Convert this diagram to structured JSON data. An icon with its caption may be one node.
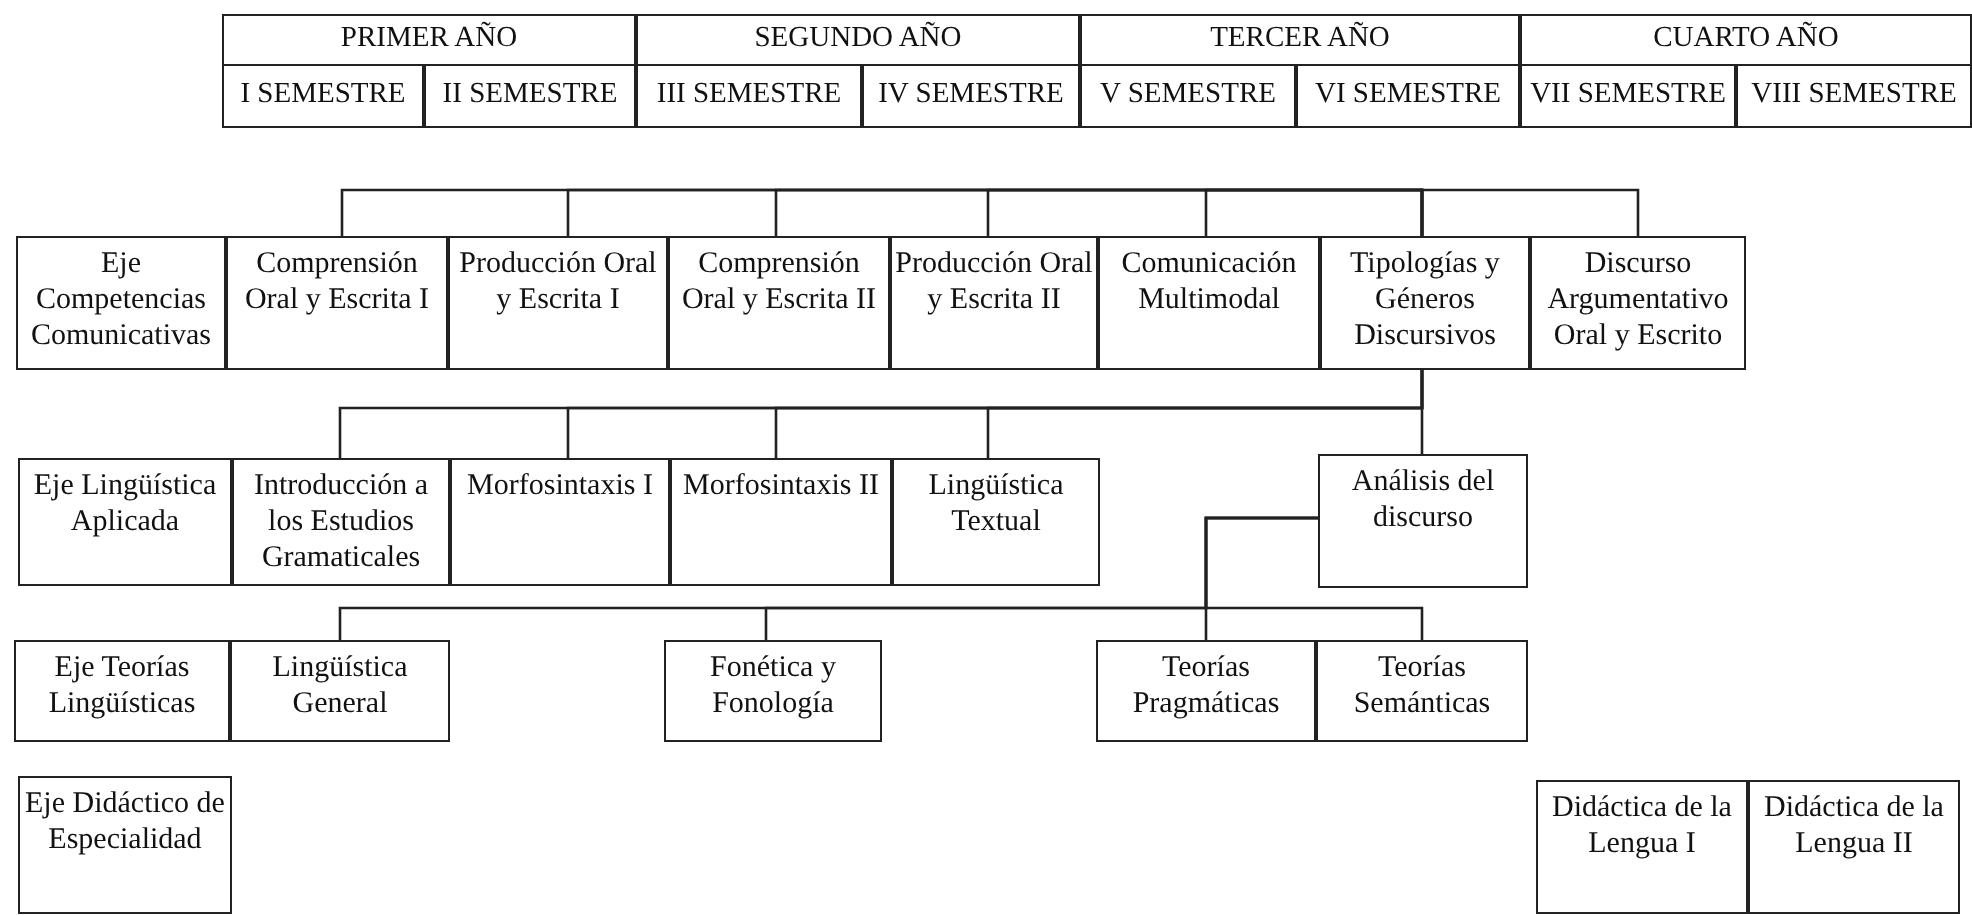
{
  "diagram": {
    "nodes": [
      {
        "text": [
          "Eje Competencias Comunicativas"
        ]
      },
      {
        "text": [
          "Comprensión Oral y Escrita I"
        ]
      },
      {
        "text": [
          "Producción Oral y Escrita I"
        ]
      },
      {
        "text": [
          "Comprensión Oral y Escrita II"
        ]
      },
      {
        "text": [
          "Producción Oral y Escrita II"
        ]
      },
      {
        "text": [
          "Comunicación Multimodal"
        ]
      },
      {
        "text": [
          "Tipologías y Géneros Discursivos"
        ]
      },
      {
        "text": [
          "Discurso Argumentativo Oral y Escrito"
        ]
      },
      {
        "text": [
          "Eje Lingüística Aplicada"
        ]
      },
      {
        "text": [
          "Introducción a los Estudios Gramaticales"
        ]
      },
      {
        "text": [
          "Morfosintaxis I"
        ]
      },
      {
        "text": [
          "Morfosintaxis II"
        ]
      },
      {
        "text": [
          "Lingüística Textual"
        ]
      },
      {
        "text": [
          "Análisis del discurso"
        ]
      },
      {
        "text": [
          "Eje Teorías Lingüísticas"
        ]
      },
      {
        "text": [
          "Lingüística General"
        ]
      },
      {
        "text": [
          "Fonética y Fonología"
        ]
      },
      {
        "text": [
          "Teorías Pragmáticas"
        ]
      },
      {
        "text": [
          "Teorías Semánticas"
        ]
      },
      {
        "text": [
          "Eje Didáctico de Especialidad"
        ]
      },
      {
        "text": [
          "Didáctica de la Lengua I"
        ]
      },
      {
        "text": [
          "Didáctica de la Lengua II"
        ]
      }
    ],
    "edges": [
      {
        "from": 6,
        "to": 1,
        "arrow": "none"
      },
      {
        "from": 6,
        "to": 2,
        "arrow": "none"
      },
      {
        "from": 6,
        "to": 3,
        "arrow": "none"
      },
      {
        "from": 6,
        "to": 4,
        "arrow": "none"
      },
      {
        "from": 6,
        "to": 5,
        "arrow": "none"
      },
      {
        "from": 6,
        "to": 7,
        "arrow": "none"
      },
      {
        "from": 6,
        "to": 9,
        "arrow": "none"
      },
      {
        "from": 6,
        "to": 10,
        "arrow": "none"
      },
      {
        "from": 6,
        "to": 11,
        "arrow": "none"
      },
      {
        "from": 6,
        "to": 12,
        "arrow": "none"
      },
      {
        "from": 6,
        "to": 13,
        "arrow": "none"
      },
      {
        "from": 13,
        "to": 15,
        "arrow": "none"
      },
      {
        "from": 13,
        "to": 16,
        "arrow": "none"
      },
      {
        "from": 13,
        "to": 17,
        "arrow": "none"
      },
      {
        "from": 13,
        "to": 18,
        "arrow": "none"
      }
    ],
    "labels": [
      "PRIMER AÑO",
      "SEGUNDO AÑO",
      "TERCER AÑO",
      "CUARTO AÑO",
      "I SEMESTRE",
      "II SEMESTRE",
      "III SEMESTRE",
      "IV SEMESTRE",
      "V SEMESTRE",
      "VI SEMESTRE",
      "VII SEMESTRE",
      "VIII SEMESTRE"
    ]
  }
}
